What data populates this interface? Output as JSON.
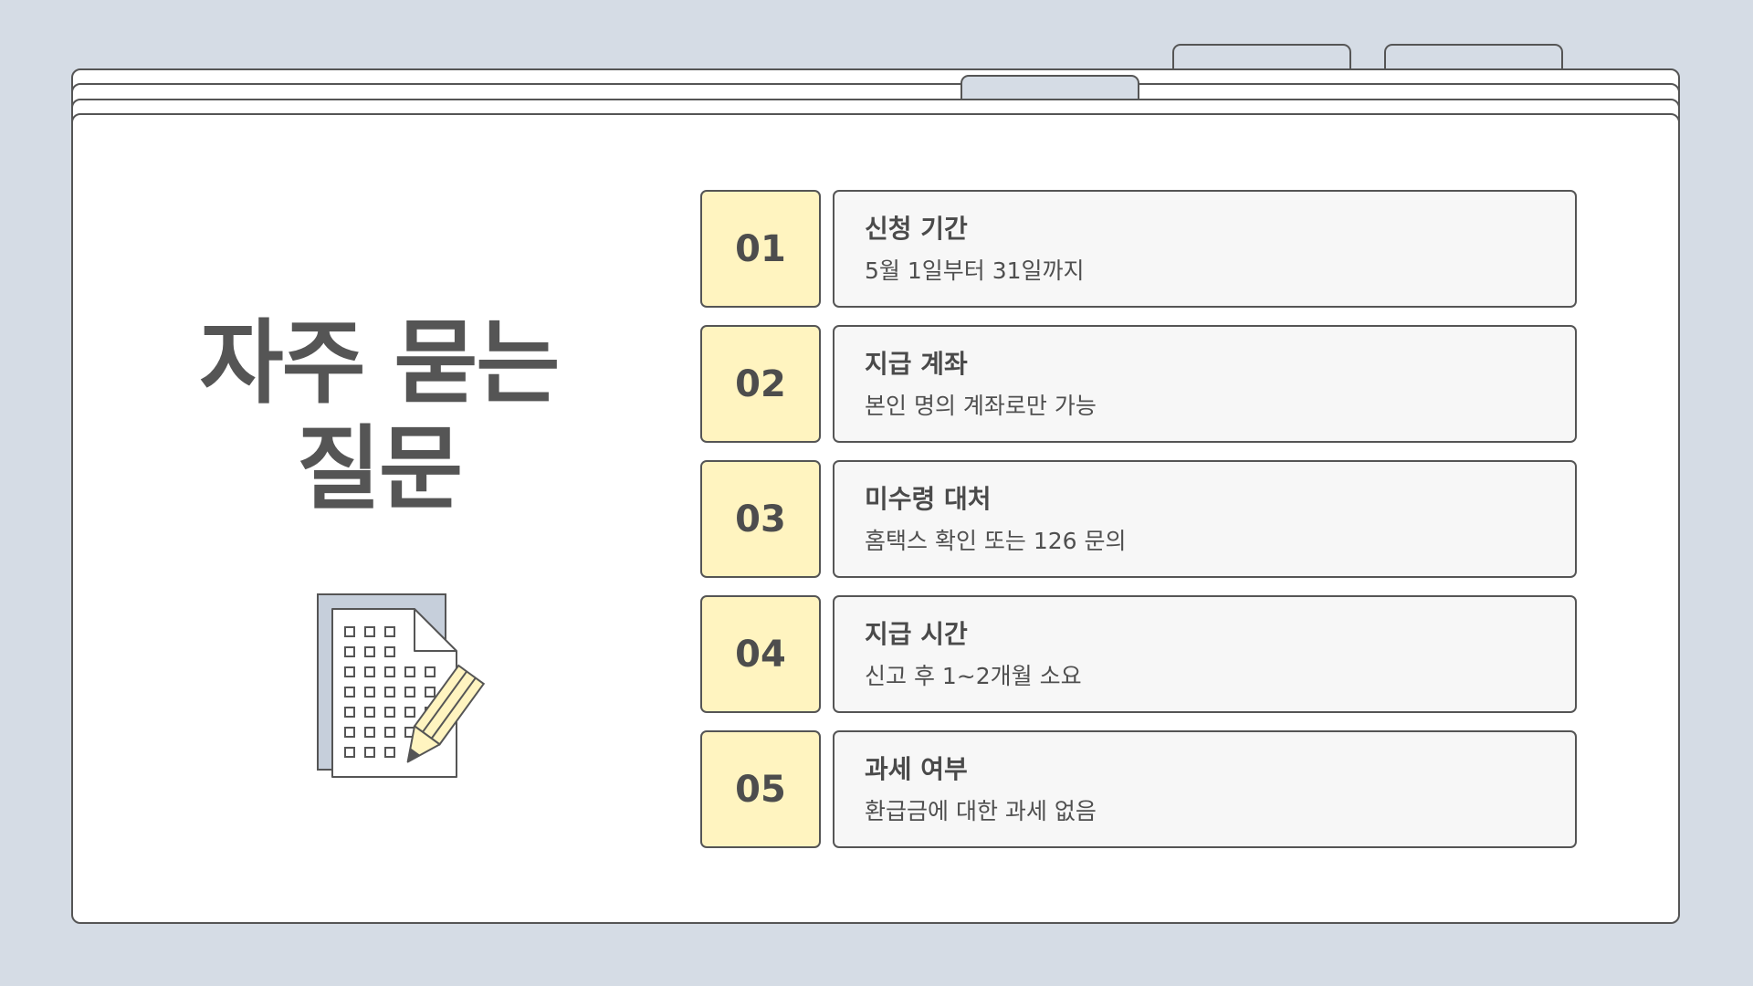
{
  "title": {
    "line1": "자주 묻는",
    "line2": "질문"
  },
  "faq": [
    {
      "number": "01",
      "question": "신청 기간",
      "answer": "5월 1일부터 31일까지"
    },
    {
      "number": "02",
      "question": "지급 계좌",
      "answer": "본인 명의 계좌로만 가능"
    },
    {
      "number": "03",
      "question": "미수령 대처",
      "answer": "홈택스 확인 또는 126 문의"
    },
    {
      "number": "04",
      "question": "지급 시간",
      "answer": "신고 후 1~2개월 소요"
    },
    {
      "number": "05",
      "question": "과세 여부",
      "answer": "환급금에 대한 과세 없음"
    }
  ],
  "colors": {
    "background": "#d5dce5",
    "number_box": "#fff4c0",
    "answer_box": "#f7f7f7",
    "outline": "#555555",
    "text": "#4a4a4a"
  },
  "icons": {
    "illustration": "document-with-pencil-icon"
  }
}
